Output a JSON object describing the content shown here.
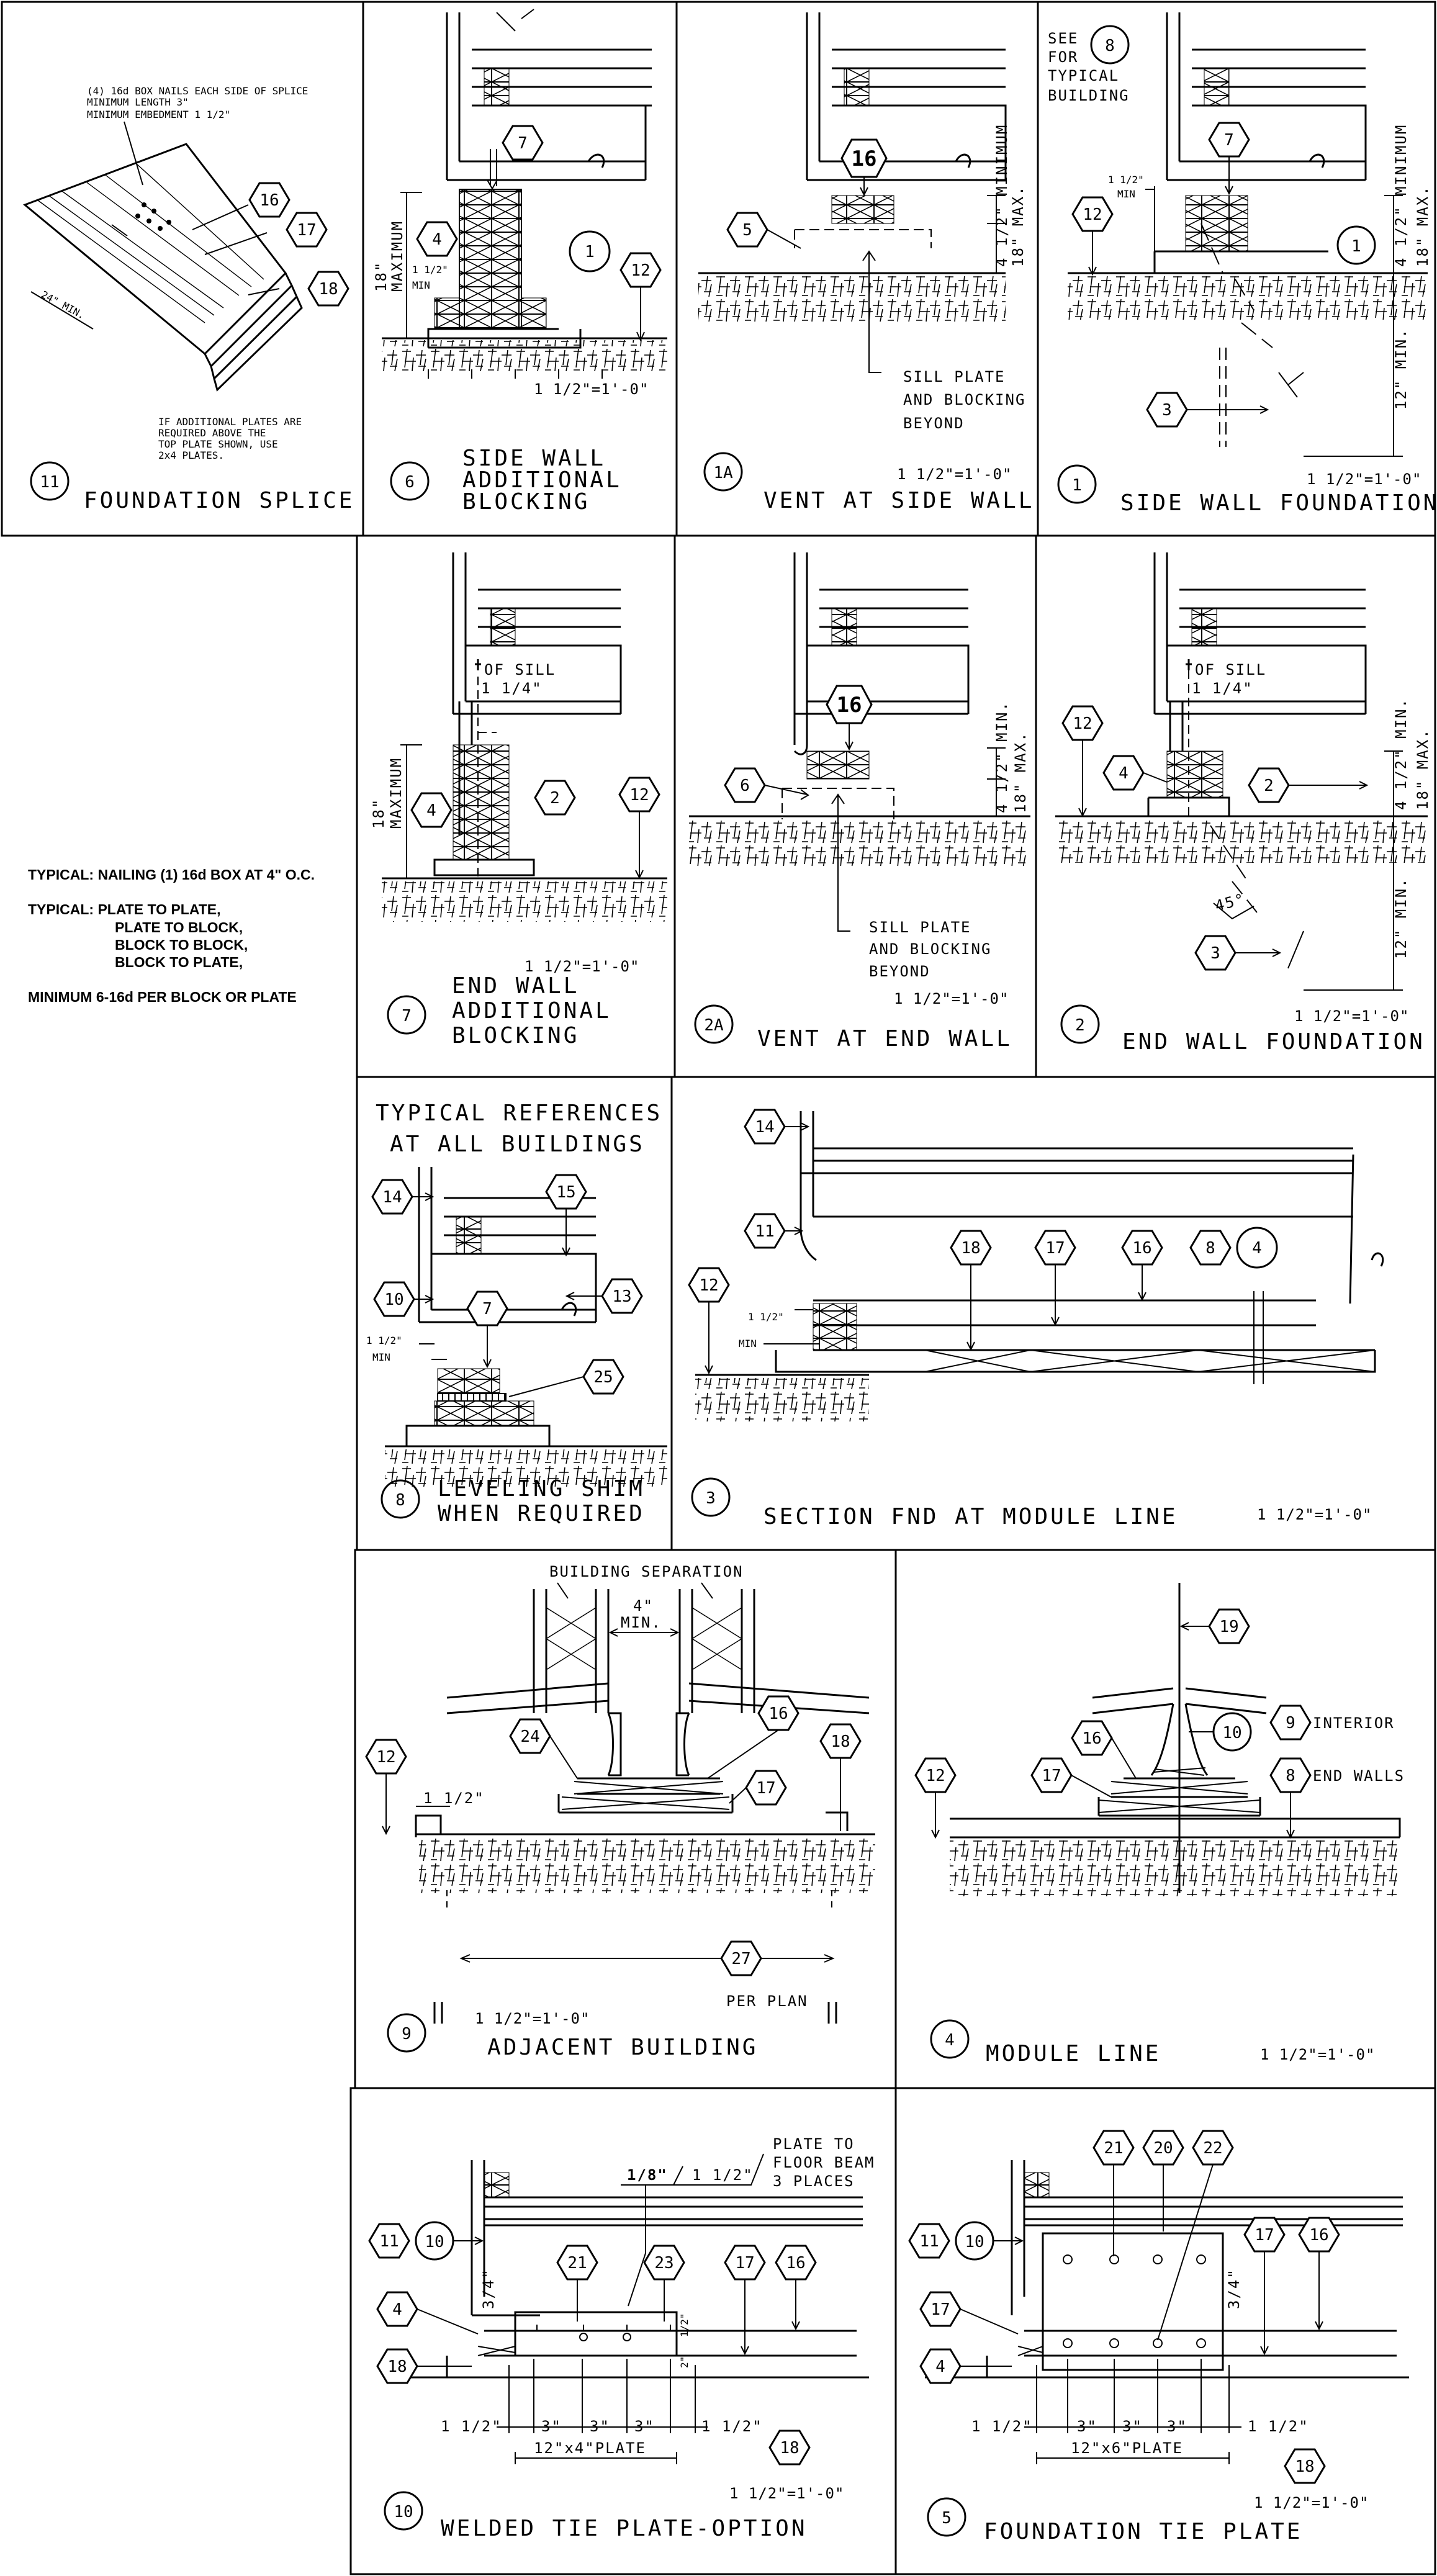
{
  "side_notes": {
    "nailing": "TYPICAL: NAILING  (1) 16d BOX AT 4\" O.C.",
    "plate_lines": [
      "TYPICAL: PLATE TO PLATE,",
      "PLATE TO BLOCK,",
      "BLOCK TO BLOCK,",
      "BLOCK TO PLATE,"
    ],
    "minimum": "MINIMUM 6-16d PER BLOCK OR PLATE"
  },
  "details": {
    "d11": {
      "number": "11",
      "title": "FOUNDATION SPLICE",
      "notes": [
        "(4) 16d BOX NAILS EACH SIDE OF SPLICE",
        "MINIMUM LENGTH 3\"",
        "MINIMUM EMBEDMENT 1 1/2\""
      ],
      "min_label": "24\" MIN.",
      "plate_note": [
        "IF ADDITIONAL PLATES ARE",
        "REQUIRED ABOVE THE",
        "TOP PLATE SHOWN, USE",
        "2x4 PLATES."
      ],
      "refs": [
        "16",
        "17",
        "18"
      ]
    },
    "d6": {
      "number": "6",
      "title": [
        "SIDE WALL",
        "ADDITIONAL",
        "BLOCKING"
      ],
      "scale": "1 1/2\"=1'-0\"",
      "max": [
        "18\"",
        "MAXIMUM"
      ],
      "min": [
        "1 1/2\"",
        "MIN"
      ],
      "refs": [
        "7",
        "4",
        "1",
        "12"
      ]
    },
    "d1A": {
      "number": "1A",
      "title": "VENT AT SIDE WALL",
      "scale": "1 1/2\"=1'-0\"",
      "note": [
        "SILL PLATE",
        "AND BLOCKING",
        "BEYOND"
      ],
      "dims": [
        "4 1/2\" MINIMUM",
        "18\" MAX."
      ],
      "refs": [
        "16",
        "5"
      ]
    },
    "d1": {
      "number": "1",
      "title": "SIDE WALL FOUNDATION",
      "scale": "1 1/2\"=1'-0\"",
      "see": [
        "SEE",
        "FOR",
        "TYPICAL",
        "BUILDING"
      ],
      "see_ref": "8",
      "min": [
        "1 1/2\"",
        "MIN"
      ],
      "dims": [
        "4 1/2\" MINIMUM",
        "18\" MAX.",
        "12\" MIN."
      ],
      "refs": [
        "7",
        "12",
        "1",
        "3"
      ]
    },
    "d7": {
      "number": "7",
      "title": [
        "END WALL",
        "ADDITIONAL",
        "BLOCKING"
      ],
      "scale": "1 1/2\"=1'-0\"",
      "sill": [
        "OF SILL",
        "1 1/4\""
      ],
      "max": [
        "18\"",
        "MAXIMUM"
      ],
      "refs": [
        "4",
        "2",
        "12"
      ]
    },
    "d2A": {
      "number": "2A",
      "title": "VENT AT END WALL",
      "scale": "1 1/2\"=1'-0\"",
      "note": [
        "SILL PLATE",
        "AND BLOCKING",
        "BEYOND"
      ],
      "dims": [
        "4 1/2\" MIN.",
        "18\" MAX."
      ],
      "refs": [
        "16",
        "6"
      ]
    },
    "d2": {
      "number": "2",
      "title": "END WALL FOUNDATION",
      "scale": "1 1/2\"=1'-0\"",
      "sill": [
        "OF SILL",
        "1 1/4\""
      ],
      "angle": "45°",
      "dims": [
        "4 1/2\" MIN.",
        "18\" MAX.",
        "12\" MIN."
      ],
      "refs": [
        "12",
        "4",
        "2",
        "3"
      ]
    },
    "d8": {
      "number": "8",
      "title": [
        "LEVELING SHIM",
        "WHEN REQUIRED"
      ],
      "heading": [
        "TYPICAL REFERENCES",
        "AT ALL BUILDINGS"
      ],
      "min": [
        "1 1/2\"",
        "MIN"
      ],
      "refs": [
        "14",
        "15",
        "10",
        "7",
        "13",
        "25"
      ]
    },
    "d3": {
      "number": "3",
      "title": "SECTION FND AT MODULE LINE",
      "scale": "1 1/2\"=1'-0\"",
      "min": [
        "1 1/2\"",
        "MIN"
      ],
      "refs": [
        "14",
        "11",
        "12",
        "18",
        "17",
        "16",
        "8",
        "4"
      ]
    },
    "d9": {
      "number": "9",
      "title": "ADJACENT BUILDING",
      "scale": "1 1/2\"=1'-0\"",
      "separation": "BUILDING SEPARATION",
      "gap": [
        "4\"",
        "MIN."
      ],
      "dim": "1 1/2\"",
      "per_plan": "PER PLAN",
      "refs": [
        "24",
        "16",
        "18",
        "12",
        "17",
        "27"
      ]
    },
    "d4": {
      "number": "4",
      "title": "MODULE LINE",
      "scale": "1 1/2\"=1'-0\"",
      "interior": "INTERIOR",
      "end_walls": "END WALLS",
      "refs": [
        "19",
        "16",
        "10",
        "9",
        "17",
        "8",
        "12"
      ]
    },
    "d10": {
      "number": "10",
      "title": "WELDED TIE PLATE-OPTION",
      "scale": "1 1/2\"=1'-0\"",
      "weld": [
        "1/8\"",
        "1 1/2\""
      ],
      "plate_to": [
        "PLATE TO",
        "FLOOR BEAM",
        "3 PLACES"
      ],
      "dims": [
        "1 1/2\"",
        "3\"",
        "3\"",
        "3\"",
        "1 1/2\""
      ],
      "plate": "12\"x4\"PLATE",
      "v": [
        "3/4\"",
        "1/2\"",
        "2\""
      ],
      "refs": [
        "11",
        "10",
        "21",
        "23",
        "17",
        "16",
        "4",
        "18"
      ]
    },
    "d5": {
      "number": "5",
      "title": "FOUNDATION TIE PLATE",
      "scale": "1 1/2\"=1'-0\"",
      "dims": [
        "1 1/2\"",
        "3\"",
        "3\"",
        "3\"",
        "1 1/2\""
      ],
      "plate": "12\"x6\"PLATE",
      "v": "3/4\"",
      "refs": [
        "21",
        "20",
        "22",
        "11",
        "10",
        "17",
        "16",
        "4",
        "18"
      ]
    }
  }
}
